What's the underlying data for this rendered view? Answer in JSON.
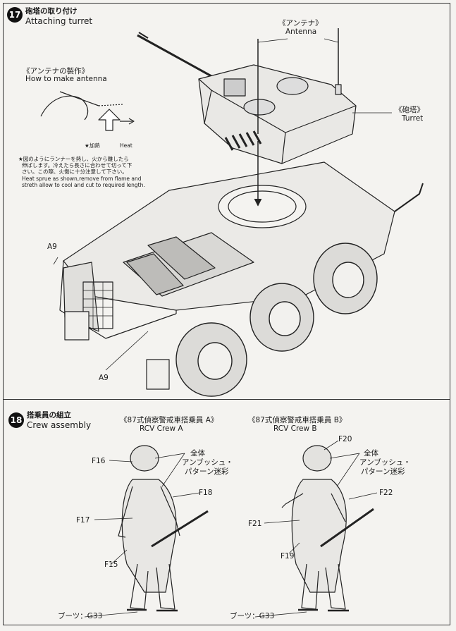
{
  "step17": {
    "number": "17",
    "title_jp": "砲塔の取り付け",
    "title_en": "Attaching turret",
    "antenna_howto_jp": "《アンテナの製作》",
    "antenna_howto_en": "How to make antenna",
    "heat_jp": "★加熱",
    "heat_en": "Heat",
    "note_jp_1": "★図のようにランナーを熱し、火から離したら",
    "note_jp_2": "伸ばします。冷えたら長さに合わせて切って下",
    "note_jp_3": "さい。この際、火傷に十分注意して下さい。",
    "note_en_1": "Heat sprue as shown,remove from flame and",
    "note_en_2": "streth allow to cool and cut to required length.",
    "antenna_label_jp": "《アンテナ》",
    "antenna_label_en": "Antenna",
    "turret_label_jp": "《砲塔》",
    "turret_label_en": "Turret",
    "part_a9_top": "A9",
    "part_a9_bottom": "A9"
  },
  "step18": {
    "number": "18",
    "title_jp": "搭乗員の組立",
    "title_en": "Crew assembly",
    "crew_a": {
      "title_jp": "《87式偵察警戒車搭乗員 A》",
      "title_en": "RCV Crew A",
      "all_jp": "全体",
      "camo_jp_1": "アンブッシュ・",
      "camo_jp_2": "パターン迷彩",
      "parts": {
        "f16": "F16",
        "f18": "F18",
        "f17": "F17",
        "f15": "F15"
      },
      "boots": "ブーツ：G33"
    },
    "crew_b": {
      "title_jp": "《87式偵察警戒車搭乗員 B》",
      "title_en": "RCV Crew B",
      "all_jp": "全体",
      "camo_jp_1": "アンブッシュ・",
      "camo_jp_2": "パターン迷彩",
      "parts": {
        "f20": "F20",
        "f22": "F22",
        "f21": "F21",
        "f19": "F19"
      },
      "boots": "ブーツ：G33"
    }
  }
}
